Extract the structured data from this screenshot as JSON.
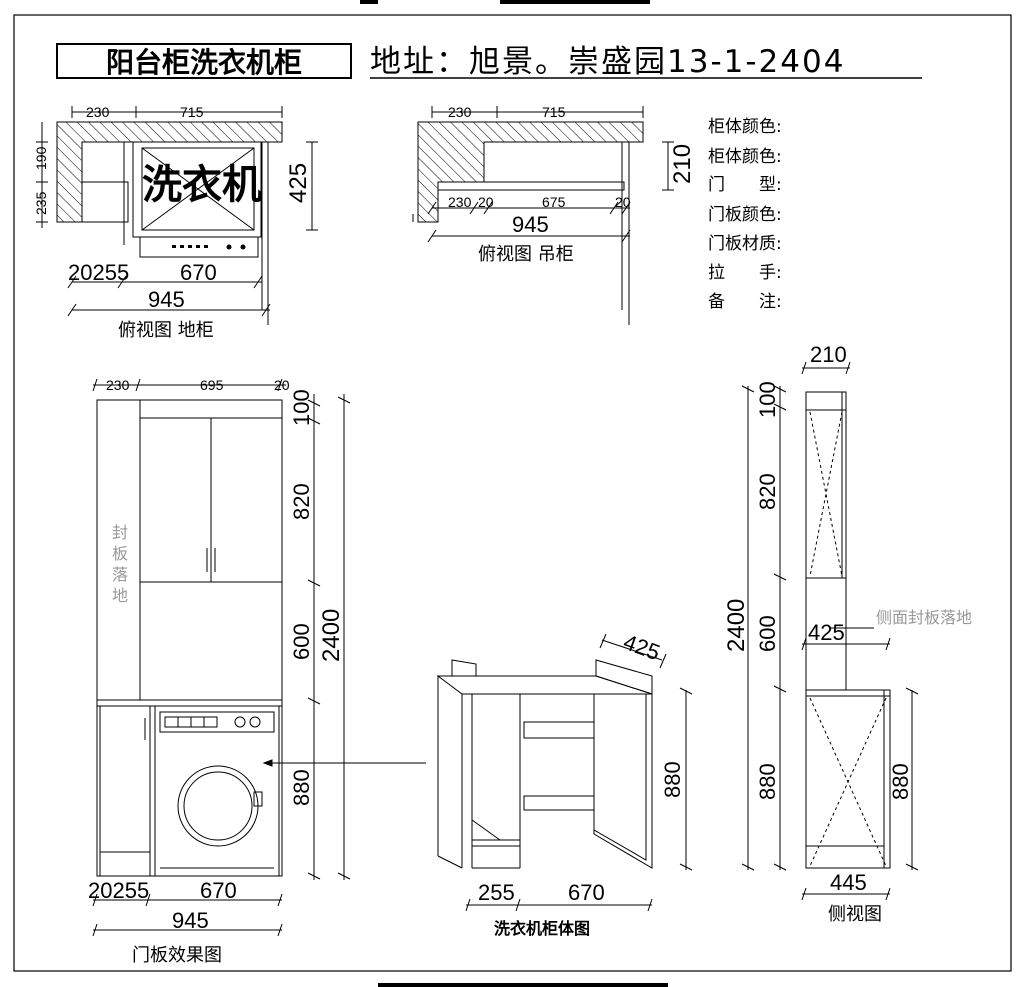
{
  "header": {
    "title": "阳台柜洗衣机柜",
    "address": "地址：旭景。崇盛园13-1-2404"
  },
  "specs": [
    "柜体颜色:",
    "柜体颜色:",
    "门　　型:",
    "门板颜色:",
    "门板材质:",
    "拉　　手:",
    "备　　注:"
  ],
  "top_floor": {
    "caption": "俯视图 地柜",
    "washer_text": "洗衣机",
    "dims": {
      "w230": "230",
      "w715": "715",
      "h190": "190",
      "h235": "235",
      "d425": "425",
      "w20255": "20255",
      "w670": "670",
      "w945": "945"
    }
  },
  "top_wall": {
    "caption": "俯视图 吊柜",
    "dims": {
      "w230": "230",
      "w715": "715",
      "d210": "210",
      "a230": "230",
      "a20": "20",
      "a675": "675",
      "b20": "20",
      "w945": "945"
    }
  },
  "front": {
    "caption": "门板效果图",
    "panel_label": "封板落地",
    "dims": {
      "w230": "230",
      "w695": "695",
      "w20": "20",
      "h100": "100",
      "h820": "820",
      "h600": "600",
      "h2400": "2400",
      "h880": "880",
      "w20255": "20255",
      "w670": "670",
      "w945": "945"
    }
  },
  "carcass": {
    "caption": "洗衣机柜体图",
    "dims": {
      "d425": "425",
      "h880": "880",
      "w255": "255",
      "w670": "670"
    }
  },
  "side": {
    "caption": "侧视图",
    "note": "侧面封板落地",
    "dims": {
      "d210": "210",
      "h100": "100",
      "h820": "820",
      "h600": "600",
      "h2400": "2400",
      "d425": "425",
      "h880a": "880",
      "h880b": "880",
      "d445": "445"
    }
  }
}
